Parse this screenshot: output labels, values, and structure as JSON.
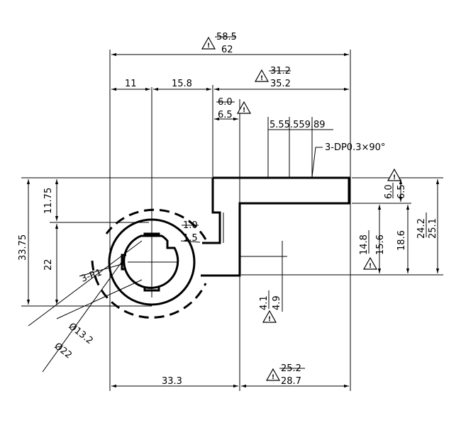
{
  "revision_mark": "!",
  "dims": {
    "overall_old": "58.5",
    "overall_new": "62",
    "d_11": "11",
    "d_15_8": "15.8",
    "right_old": "31.2",
    "right_new": "35.2",
    "step_old": "6.0",
    "step_new": "6.5",
    "pitch": "5.55.559.89",
    "chamfer_note": "3-DP0.3×90°",
    "top_right_old": "6.0",
    "top_right_new": "6.5",
    "left_11_75": "11.75",
    "left_33_75": "33.75",
    "left_22": "22",
    "r_old": "1.0",
    "r_new": "1.5",
    "r_note": "3-R1",
    "dia_13_2": "Ø13.2",
    "dia_22": "Ø22",
    "mid_old": "14.8",
    "mid_new": "15.6",
    "d_18_6": "18.6",
    "outer_old": "24.2",
    "outer_new": "25.1",
    "small_old": "4.1",
    "small_new": "4.9",
    "bottom_33_3": "33.3",
    "bottom_old": "25.2",
    "bottom_new": "28.7"
  }
}
